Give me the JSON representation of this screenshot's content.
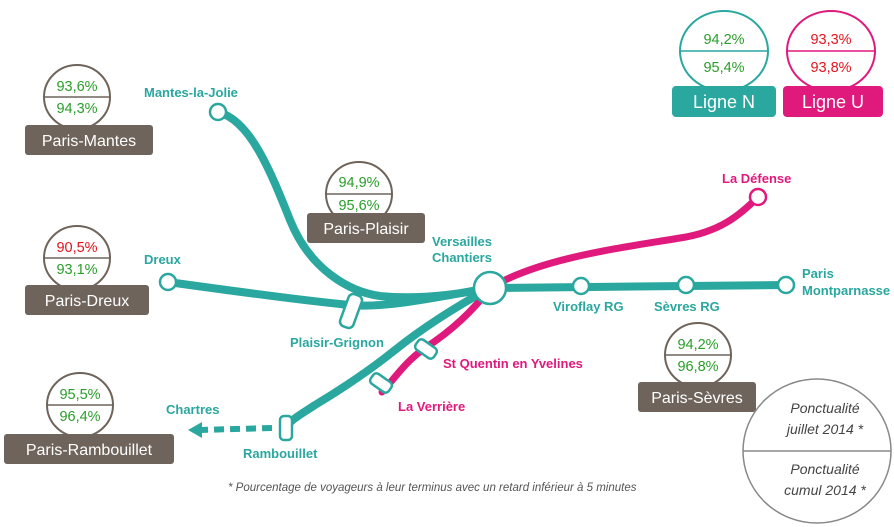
{
  "colors": {
    "ligne_n": "#2aa79f",
    "ligne_u": "#e0197d",
    "good": "#2a9d2a",
    "bad": "#e3141d",
    "route_box": "#6f645b"
  },
  "stations": {
    "mantes": "Mantes-la-Jolie",
    "dreux": "Dreux",
    "plaisir_grignon": "Plaisir-Grignon",
    "versailles_1": "Versailles",
    "versailles_2": "Chantiers",
    "viroflay": "Viroflay RG",
    "sevres": "Sèvres RG",
    "paris_1": "Paris",
    "paris_2": "Montparnasse",
    "la_defense": "La Défense",
    "sqy": "St Quentin en Yvelines",
    "la_verriere": "La Verrière",
    "chartres": "Chartres",
    "rambouillet": "Rambouillet"
  },
  "routes": [
    {
      "name": "Paris-Mantes",
      "juillet": "93,6%",
      "cumul": "94,3%",
      "juillet_color": "#2a9d2a",
      "cumul_color": "#2a9d2a"
    },
    {
      "name": "Paris-Plaisir",
      "juillet": "94,9%",
      "cumul": "95,6%",
      "juillet_color": "#2a9d2a",
      "cumul_color": "#2a9d2a"
    },
    {
      "name": "Paris-Dreux",
      "juillet": "90,5%",
      "cumul": "93,1%",
      "juillet_color": "#e3141d",
      "cumul_color": "#2a9d2a"
    },
    {
      "name": "Paris-Rambouillet",
      "juillet": "95,5%",
      "cumul": "96,4%",
      "juillet_color": "#2a9d2a",
      "cumul_color": "#2a9d2a"
    },
    {
      "name": "Paris-Sèvres",
      "juillet": "94,2%",
      "cumul": "96,8%",
      "juillet_color": "#2a9d2a",
      "cumul_color": "#2a9d2a"
    }
  ],
  "lines": [
    {
      "name": "Ligne N",
      "juillet": "94,2%",
      "cumul": "95,4%",
      "juillet_color": "#2a9d2a",
      "cumul_color": "#2a9d2a"
    },
    {
      "name": "Ligne U",
      "juillet": "93,3%",
      "cumul": "93,8%",
      "juillet_color": "#e3141d",
      "cumul_color": "#e3141d"
    }
  ],
  "key": {
    "top_1": "Ponctualité",
    "top_2": "juillet 2014 *",
    "bottom_1": "Ponctualité",
    "bottom_2": "cumul 2014 *"
  },
  "footnote": "* Pourcentage de voyageurs à leur terminus avec un retard inférieur à 5 minutes"
}
